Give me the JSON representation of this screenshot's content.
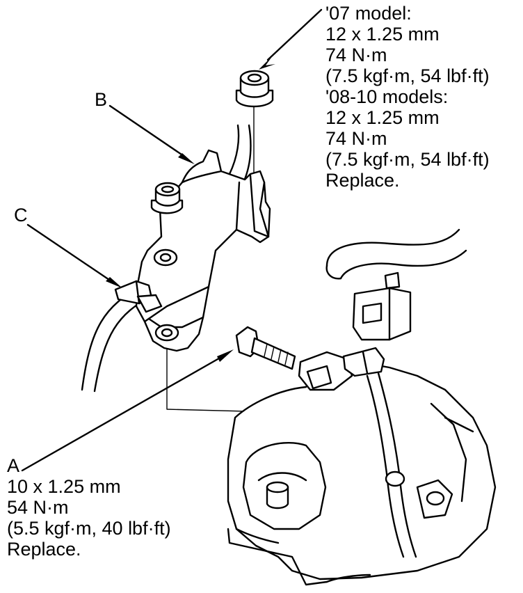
{
  "callouts": {
    "a_letter": "A",
    "b_letter": "B",
    "c_letter": "C"
  },
  "nut_spec": {
    "lines": [
      "'07 model:",
      "12 x 1.25 mm",
      "74 N·m",
      "(7.5 kgf·m, 54 lbf·ft)",
      "'08-10 models:",
      "12 x 1.25 mm",
      "74 N·m",
      "(7.5 kgf·m, 54 lbf·ft)",
      "Replace."
    ]
  },
  "bolt_a_spec": {
    "lines": [
      "10 x 1.25 mm",
      "54 N·m",
      "(5.5 kgf·m, 40 lbf·ft)",
      "Replace."
    ]
  }
}
